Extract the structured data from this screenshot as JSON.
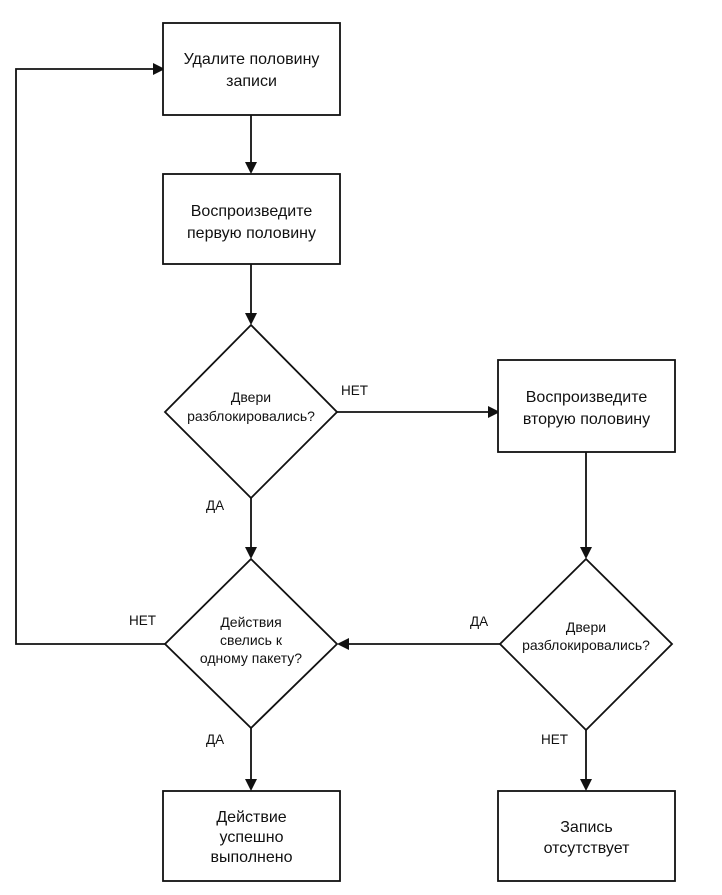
{
  "diagram": {
    "nodes": {
      "delete_half": {
        "lines": [
          "Удалите половину",
          "записи"
        ]
      },
      "play_first": {
        "lines": [
          "Воспроизведите",
          "первую половину"
        ]
      },
      "doors_unlocked_1": {
        "lines": [
          "Двери",
          "разблокировались?"
        ]
      },
      "play_second": {
        "lines": [
          "Воспроизведите",
          "вторую половину"
        ]
      },
      "reduced_one_packet": {
        "lines": [
          "Действия",
          "свелись к",
          "одному пакету?"
        ]
      },
      "doors_unlocked_2": {
        "lines": [
          "Двери",
          "разблокировались?"
        ]
      },
      "success": {
        "lines": [
          "Действие",
          "успешно",
          "выполнено"
        ]
      },
      "record_missing": {
        "lines": [
          "Запись",
          "отсутствует"
        ]
      }
    },
    "edge_labels": {
      "d1_no": "НЕТ",
      "d1_yes": "ДА",
      "d2_no": "НЕТ",
      "d2_yes": "ДА",
      "d3_yes": "ДА",
      "d3_no": "НЕТ"
    }
  }
}
